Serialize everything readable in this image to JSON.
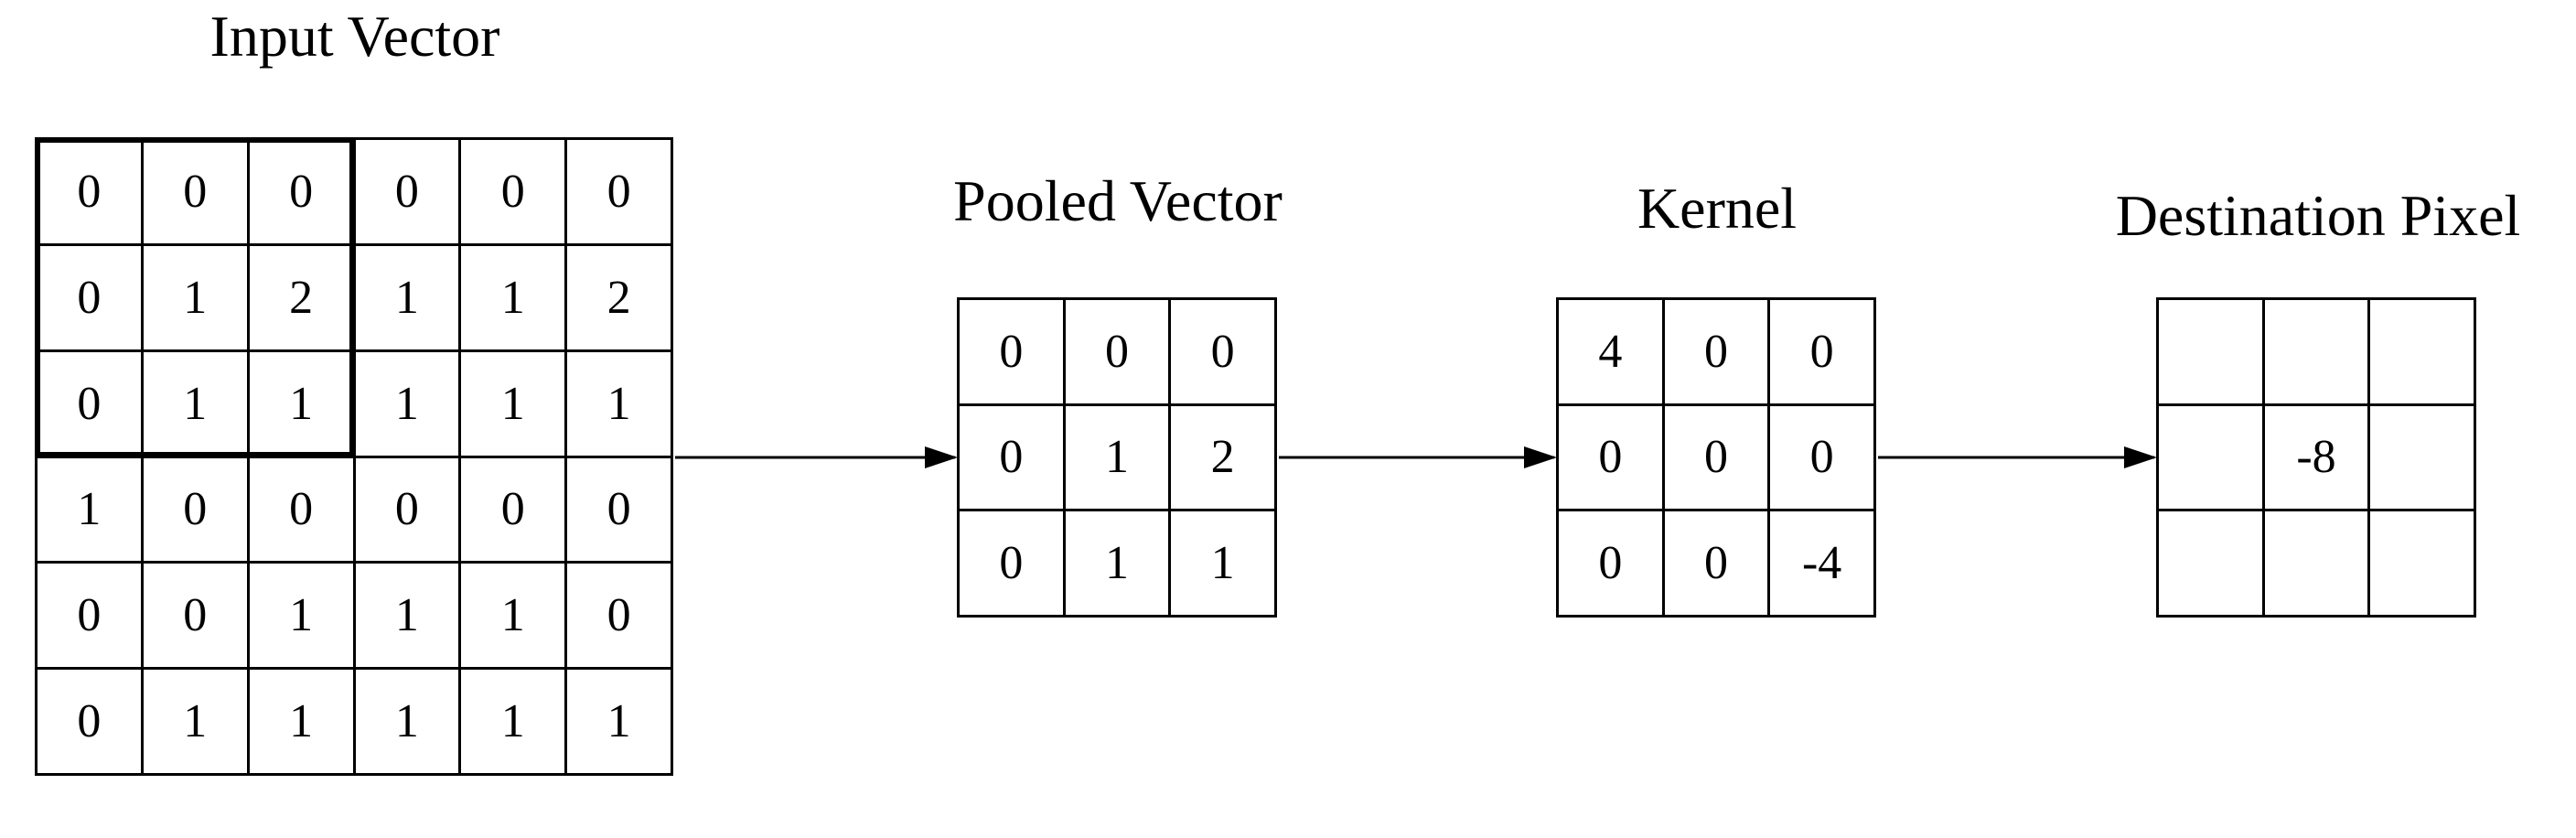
{
  "titles": {
    "input": "Input Vector",
    "pooled": "Pooled Vector",
    "kernel": "Kernel",
    "destination": "Destination Pixel"
  },
  "input_vector": [
    [
      "0",
      "0",
      "0",
      "0",
      "0",
      "0"
    ],
    [
      "0",
      "1",
      "2",
      "1",
      "1",
      "2"
    ],
    [
      "0",
      "1",
      "1",
      "1",
      "1",
      "1"
    ],
    [
      "1",
      "0",
      "0",
      "0",
      "0",
      "0"
    ],
    [
      "0",
      "0",
      "1",
      "1",
      "1",
      "0"
    ],
    [
      "0",
      "1",
      "1",
      "1",
      "1",
      "1"
    ]
  ],
  "pooled_vector": [
    [
      "0",
      "0",
      "0"
    ],
    [
      "0",
      "1",
      "2"
    ],
    [
      "0",
      "1",
      "1"
    ]
  ],
  "kernel": [
    [
      "4",
      "0",
      "0"
    ],
    [
      "0",
      "0",
      "0"
    ],
    [
      "0",
      "0",
      "-4"
    ]
  ],
  "destination_pixel": [
    [
      "",
      "",
      ""
    ],
    [
      "",
      "-8",
      ""
    ],
    [
      "",
      "",
      ""
    ]
  ]
}
